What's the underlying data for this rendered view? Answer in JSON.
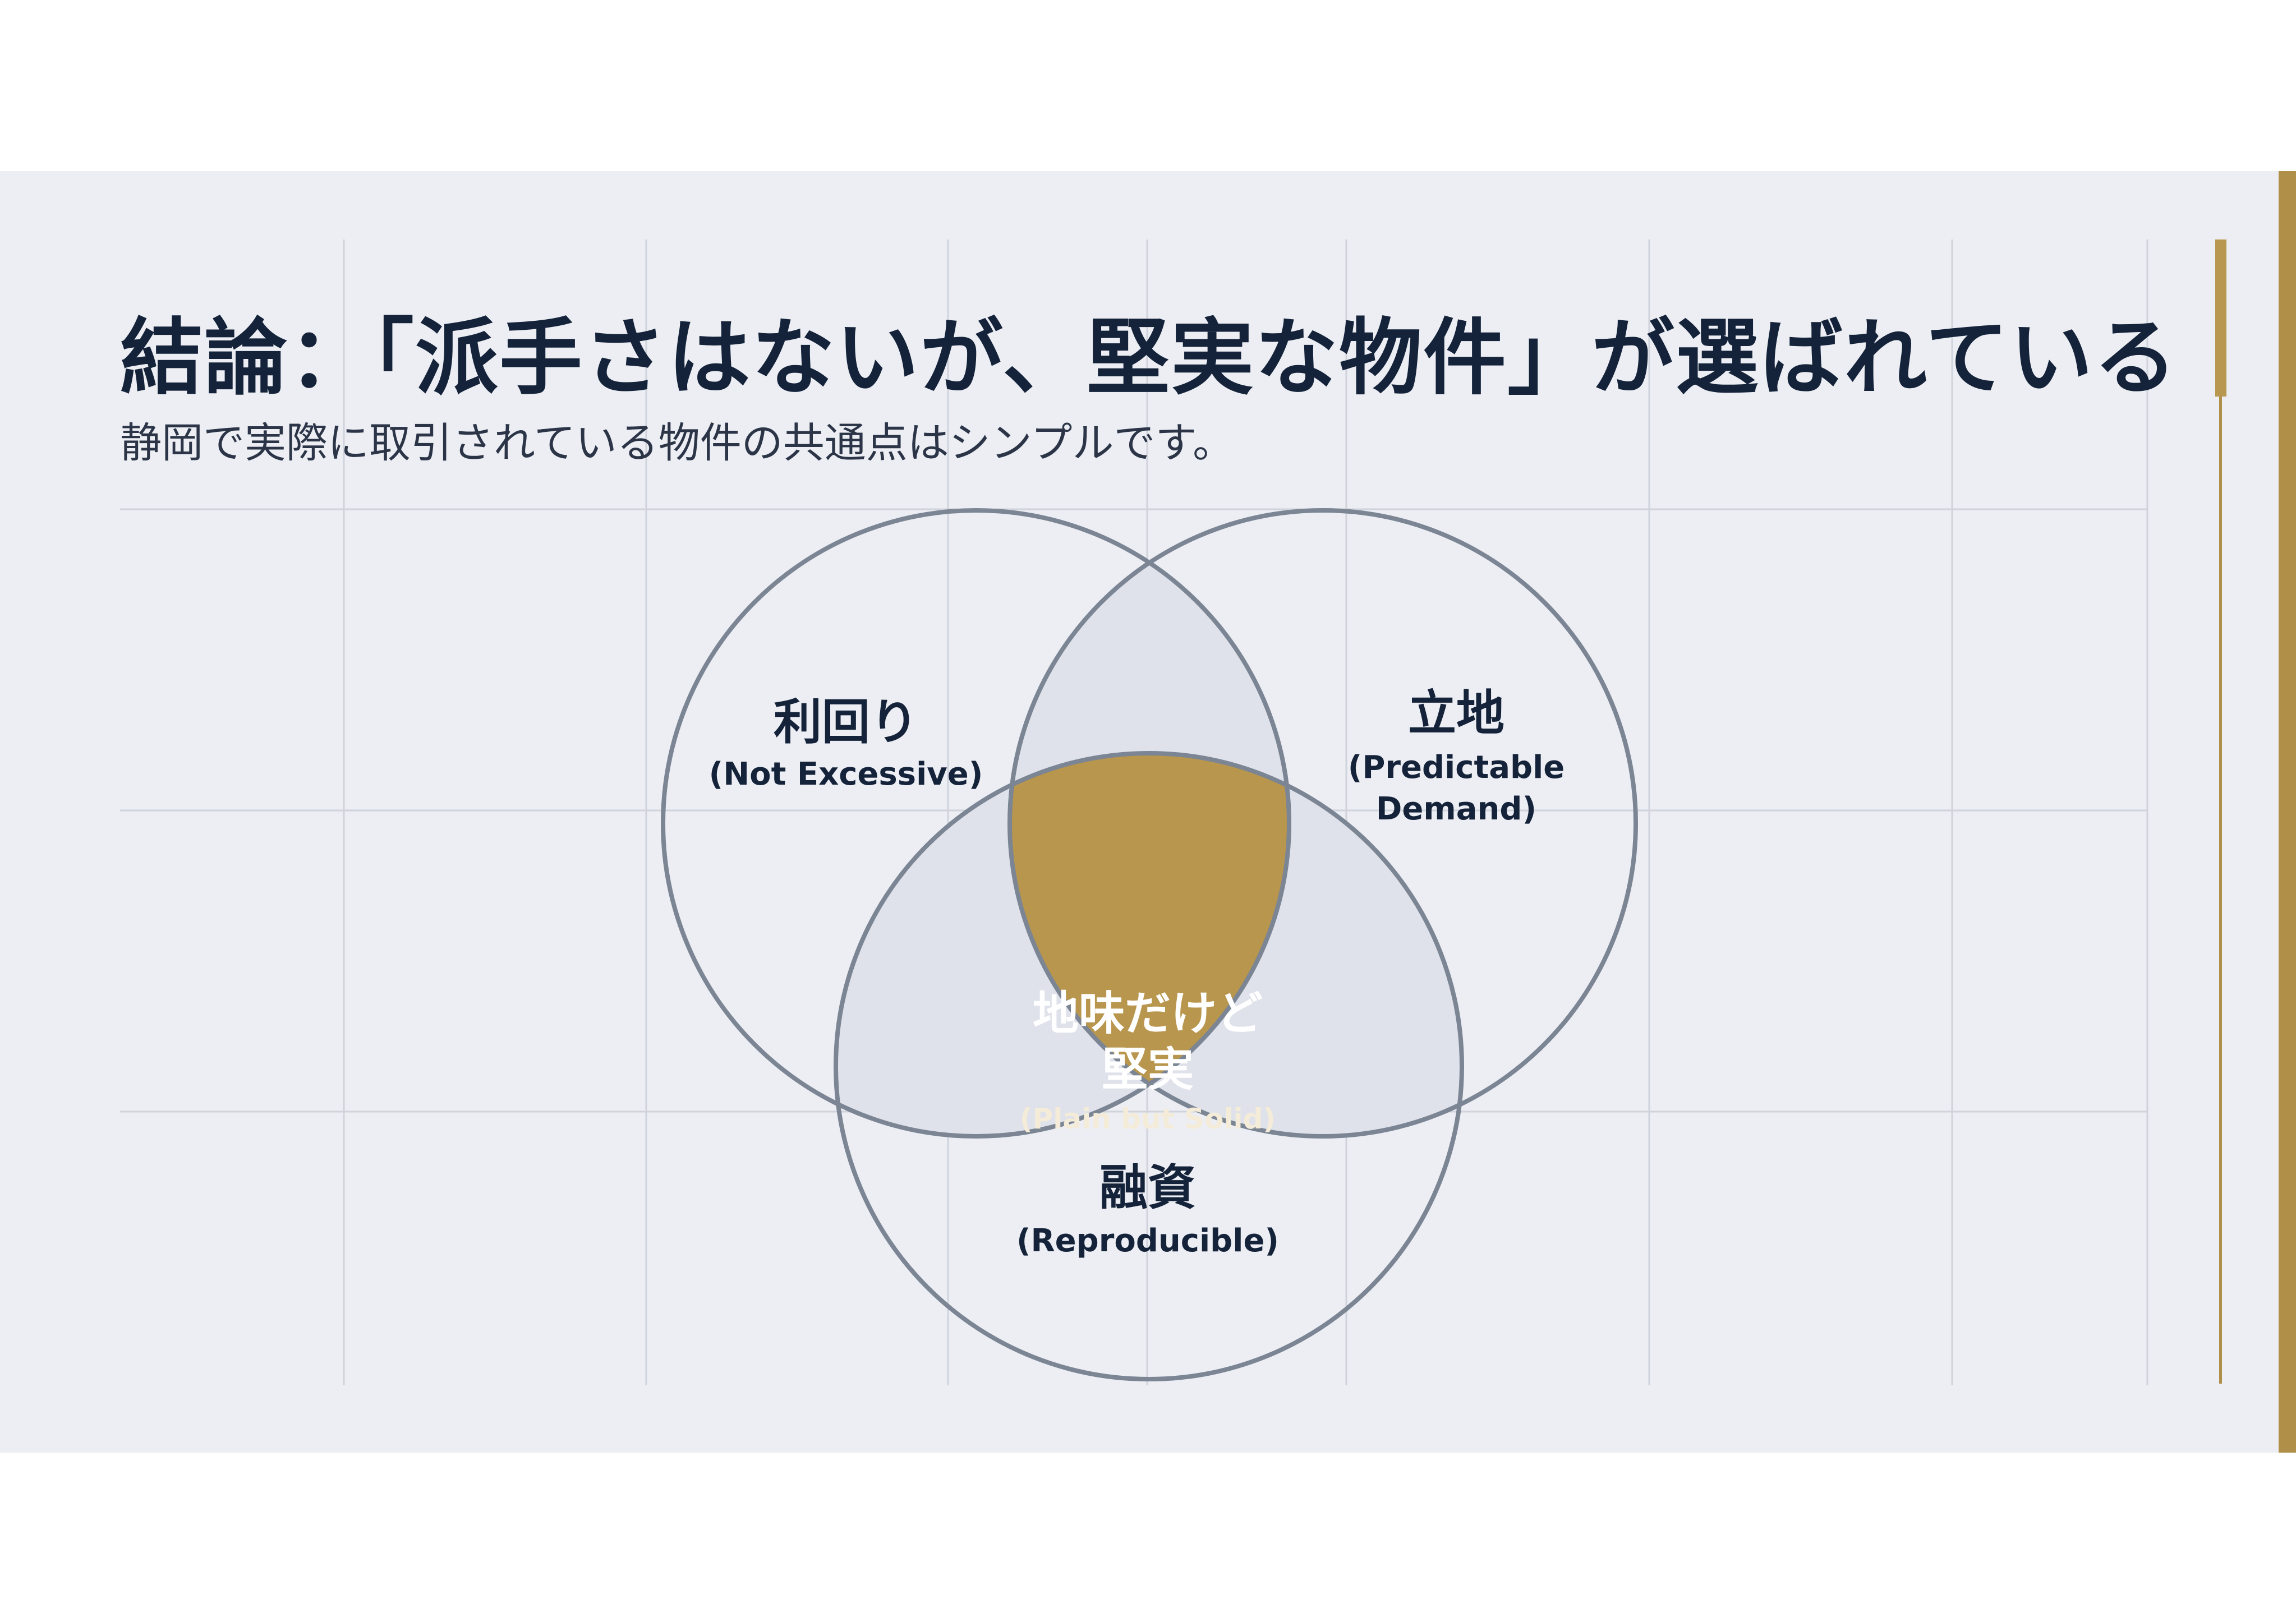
{
  "title": "結論：「派手さはないが、堅実な物件」が選ばれている",
  "subtitle": "静岡で実際に取引されている物件の共通点はシンプルです。",
  "venn": {
    "sets": [
      {
        "label_jp": "利回り",
        "label_en": "(Not Excessive)"
      },
      {
        "label_jp": "立地",
        "label_en_line1": "(Predictable",
        "label_en_line2": "Demand)"
      },
      {
        "label_jp": "融資",
        "label_en": "(Reproducible)"
      }
    ],
    "center": {
      "label_jp_line1": "地味だけど",
      "label_jp_line2": "堅実",
      "label_en": "(Plain but Solid)"
    }
  },
  "colors": {
    "background": "#eceef3",
    "title_text": "#15233a",
    "circle_stroke": "#7b8594",
    "overlap_fill": "#dfe2ea",
    "center_fill": "#b8964e",
    "accent_gold": "#b08f48",
    "grid_line": "#cfd3dc"
  }
}
